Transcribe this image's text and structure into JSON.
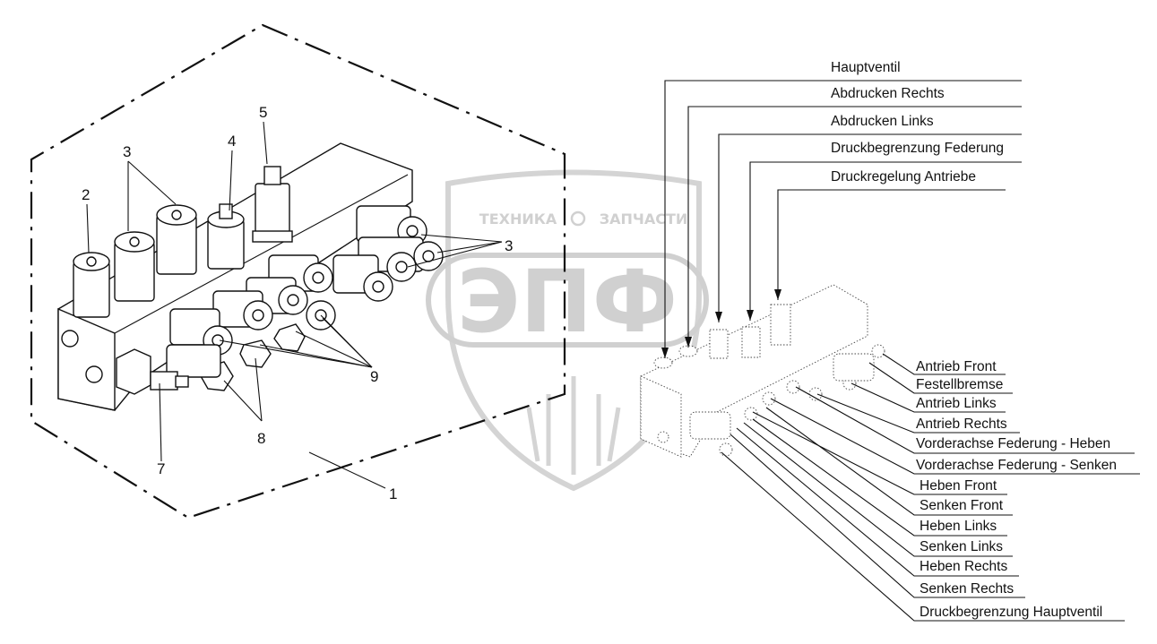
{
  "watermark": {
    "top_text_left": "ТЕХНИКА",
    "top_text_right": "ЗАПЧАСТИ",
    "big_text": "ЭПФ"
  },
  "callouts": {
    "n1": "1",
    "n2": "2",
    "n3a": "3",
    "n3b": "3",
    "n4": "4",
    "n5": "5",
    "n7": "7",
    "n8": "8",
    "n9": "9"
  },
  "labels_top": [
    "Hauptventil",
    "Abdrucken Rechts",
    "Abdrucken Links",
    "Druckbegrenzung Federung",
    "Druckregelung Antriebe"
  ],
  "labels_right": [
    "Antrieb Front",
    "Festellbremse",
    "Antrieb Links",
    "Antrieb Rechts",
    "Vorderachse Federung - Heben",
    "Vorderachse Federung - Senken",
    "Heben Front",
    "Senken Front",
    "Heben Links",
    "Senken Links",
    "Heben Rechts",
    "Senken Rechts",
    "Druckbegrenzung Hauptventil"
  ]
}
